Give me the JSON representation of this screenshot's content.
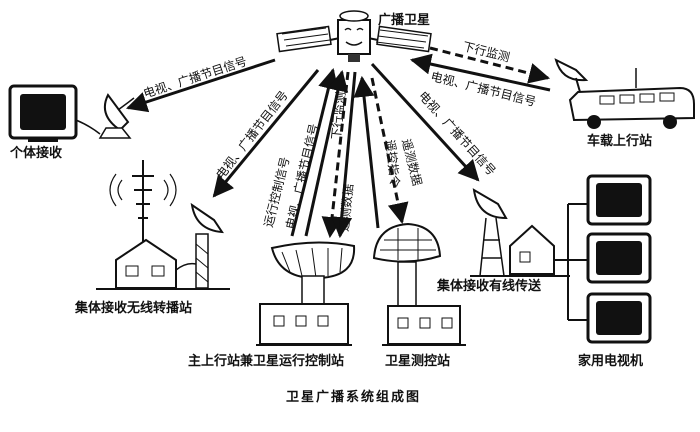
{
  "title": "卫星广播系统组成图",
  "nodes": {
    "satellite": "广播卫星",
    "individual": "个体接收",
    "mobile_uplink": "车载上行站",
    "relay_station": "集体接收无线转播站",
    "main_uplink": "主上行站兼卫星运行控制站",
    "ttc_station": "卫星测控站",
    "cable_station": "集体接收有线传送",
    "home_tv": "家用电视机"
  },
  "links": {
    "to_individual": "电视、广播节目信号",
    "to_relay": "电视、广播节目信号",
    "mobile_down": "下行监测",
    "mobile_up": "电视、广播节目信号",
    "main_control": "运行控制信号",
    "main_program": "电视、广播节目信号",
    "main_down": "下行监测",
    "main_telemetry": "遥测数据",
    "ttc_remote": "遥控指令",
    "ttc_telemetry": "遥测数据",
    "to_cable": "电视、广播节目信号"
  }
}
